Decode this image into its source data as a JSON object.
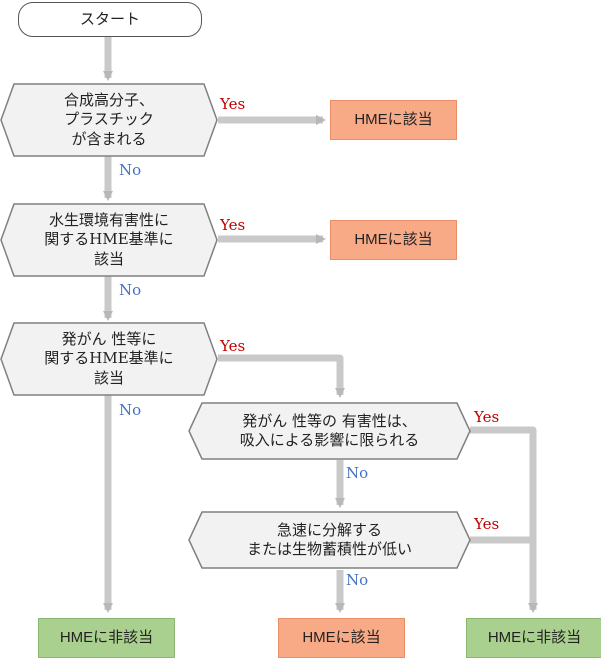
{
  "start": {
    "label": "スタート"
  },
  "q1": {
    "label": "合成高分子、\nプラスチック\nが含まれる"
  },
  "q2": {
    "label": "水生環境有害性に\n関するHME基準に\n該当"
  },
  "q3": {
    "label": "発がん 性等に\n関するHME基準に\n該当"
  },
  "q4": {
    "label": "発がん 性等の 有害性は、\n吸入による影響に限られる"
  },
  "q5": {
    "label": "急速に分解する\nまたは生物蓄積性が低い"
  },
  "r1": {
    "label": "HMEに該当"
  },
  "r2": {
    "label": "HMEに該当"
  },
  "r3": {
    "label": "HMEに非該当"
  },
  "r4": {
    "label": "HMEに該当"
  },
  "r5": {
    "label": "HMEに非該当"
  },
  "edge_labels": {
    "yes1": "Yes",
    "no1": "No",
    "yes2": "Yes",
    "no2": "No",
    "yes3": "Yes",
    "no3": "No",
    "yes4": "Yes",
    "no4": "No",
    "yes5": "Yes",
    "no5": "No"
  },
  "colors": {
    "arrow": "#C9C9C9",
    "hex_fill": "#F2F2F2",
    "hex_stroke": "#808080",
    "result_hme": "#F8A986",
    "result_non_hme": "#A9D08E",
    "yes_text": "#C00000",
    "no_text": "#4472C4"
  }
}
